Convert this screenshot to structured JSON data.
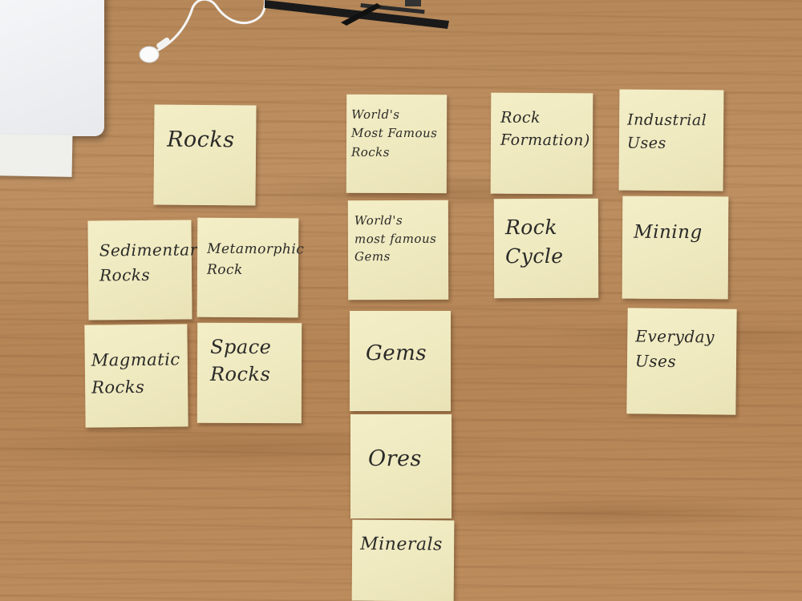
{
  "notes": {
    "rocks": "Rocks",
    "sedimentary": "Sedimentary\nRocks",
    "metamorphic": "Metamorphic\nRock",
    "magmatic": "Magmatic\nRocks",
    "space": "Space\nRocks",
    "famous_rocks": "World's\nMost Famous\nRocks",
    "famous_gems": "World's\nmost famous\nGems",
    "gems": "Gems",
    "ores": "Ores",
    "minerals": "Minerals",
    "rock_formation": "Rock\nFormation)",
    "rock_cycle": "Rock\nCycle",
    "industrial": "Industrial\nUses",
    "mining": "Mining",
    "everyday": "Everyday\nUses"
  },
  "colors": {
    "note": "#efe9c0",
    "ink": "#2a2a28",
    "desk": "#b98a57"
  }
}
